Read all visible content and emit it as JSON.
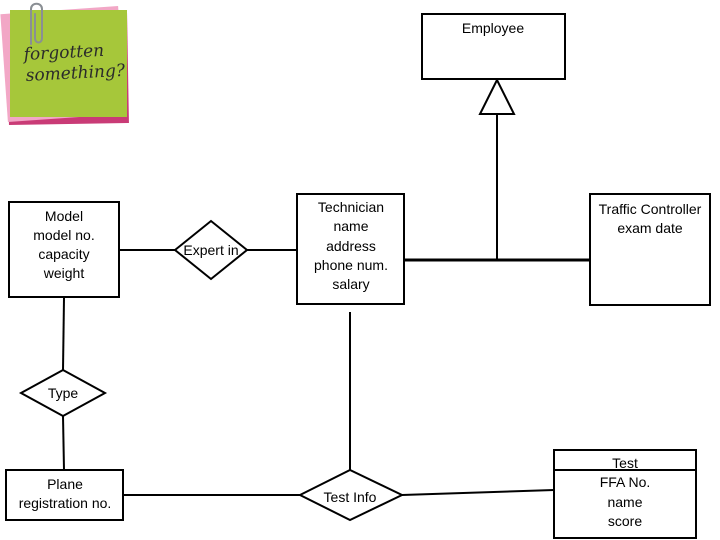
{
  "sticky_note": {
    "line1": "forgotten",
    "line2": "something?",
    "colors": {
      "paper": "#a6c73a",
      "back_pink": "#f2a7c6",
      "back_magenta": "#c93b76"
    },
    "icon": "paperclip-icon"
  },
  "entities": {
    "employee": {
      "title": "Employee",
      "attributes": []
    },
    "traffic_controller": {
      "title": "Traffic Controller",
      "attributes": [
        "exam date"
      ]
    },
    "technician": {
      "title": "Technician",
      "attributes": [
        "name",
        "address",
        "phone num.",
        "salary"
      ]
    },
    "model": {
      "title": "Model",
      "attributes": [
        "model no.",
        "capacity",
        "weight"
      ]
    },
    "plane": {
      "title": "Plane",
      "attributes": [
        "registration no."
      ]
    },
    "test": {
      "title": "Test",
      "attributes": [
        "FFA No.",
        "name",
        "score"
      ]
    }
  },
  "relationships": {
    "expert_in": "Expert in",
    "type": "Type",
    "test_info": "Test Info"
  },
  "colors": {
    "line": "#000000",
    "fill": "#ffffff"
  }
}
